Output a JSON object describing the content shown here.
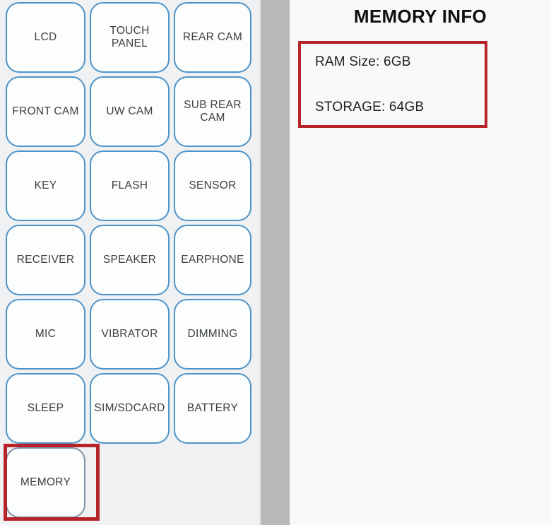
{
  "left_panel": {
    "buttons": [
      {
        "label": "LCD"
      },
      {
        "label": "TOUCH PANEL"
      },
      {
        "label": "REAR CAM"
      },
      {
        "label": "FRONT CAM"
      },
      {
        "label": "UW CAM"
      },
      {
        "label": "SUB REAR CAM"
      },
      {
        "label": "KEY"
      },
      {
        "label": "FLASH"
      },
      {
        "label": "SENSOR"
      },
      {
        "label": "RECEIVER"
      },
      {
        "label": "SPEAKER"
      },
      {
        "label": "EARPHONE"
      },
      {
        "label": "MIC"
      },
      {
        "label": "VIBRATOR"
      },
      {
        "label": "DIMMING"
      },
      {
        "label": "SLEEP"
      },
      {
        "label": "SIM/SDCARD"
      },
      {
        "label": "BATTERY"
      },
      {
        "label": "MEMORY",
        "highlighted": true
      }
    ]
  },
  "right_panel": {
    "title": "MEMORY INFO",
    "info_box": {
      "ram": "RAM Size: 6GB",
      "storage": "STORAGE: 64GB"
    }
  },
  "colors": {
    "button_border_blue": "#4e94c9",
    "memory_button_border": "#7f93a6",
    "annotation_red": "#b6242a",
    "divider_gray": "#b9b9b9",
    "left_panel_bg": "#eff1f2",
    "right_panel_bg": "#f8f9f9"
  }
}
